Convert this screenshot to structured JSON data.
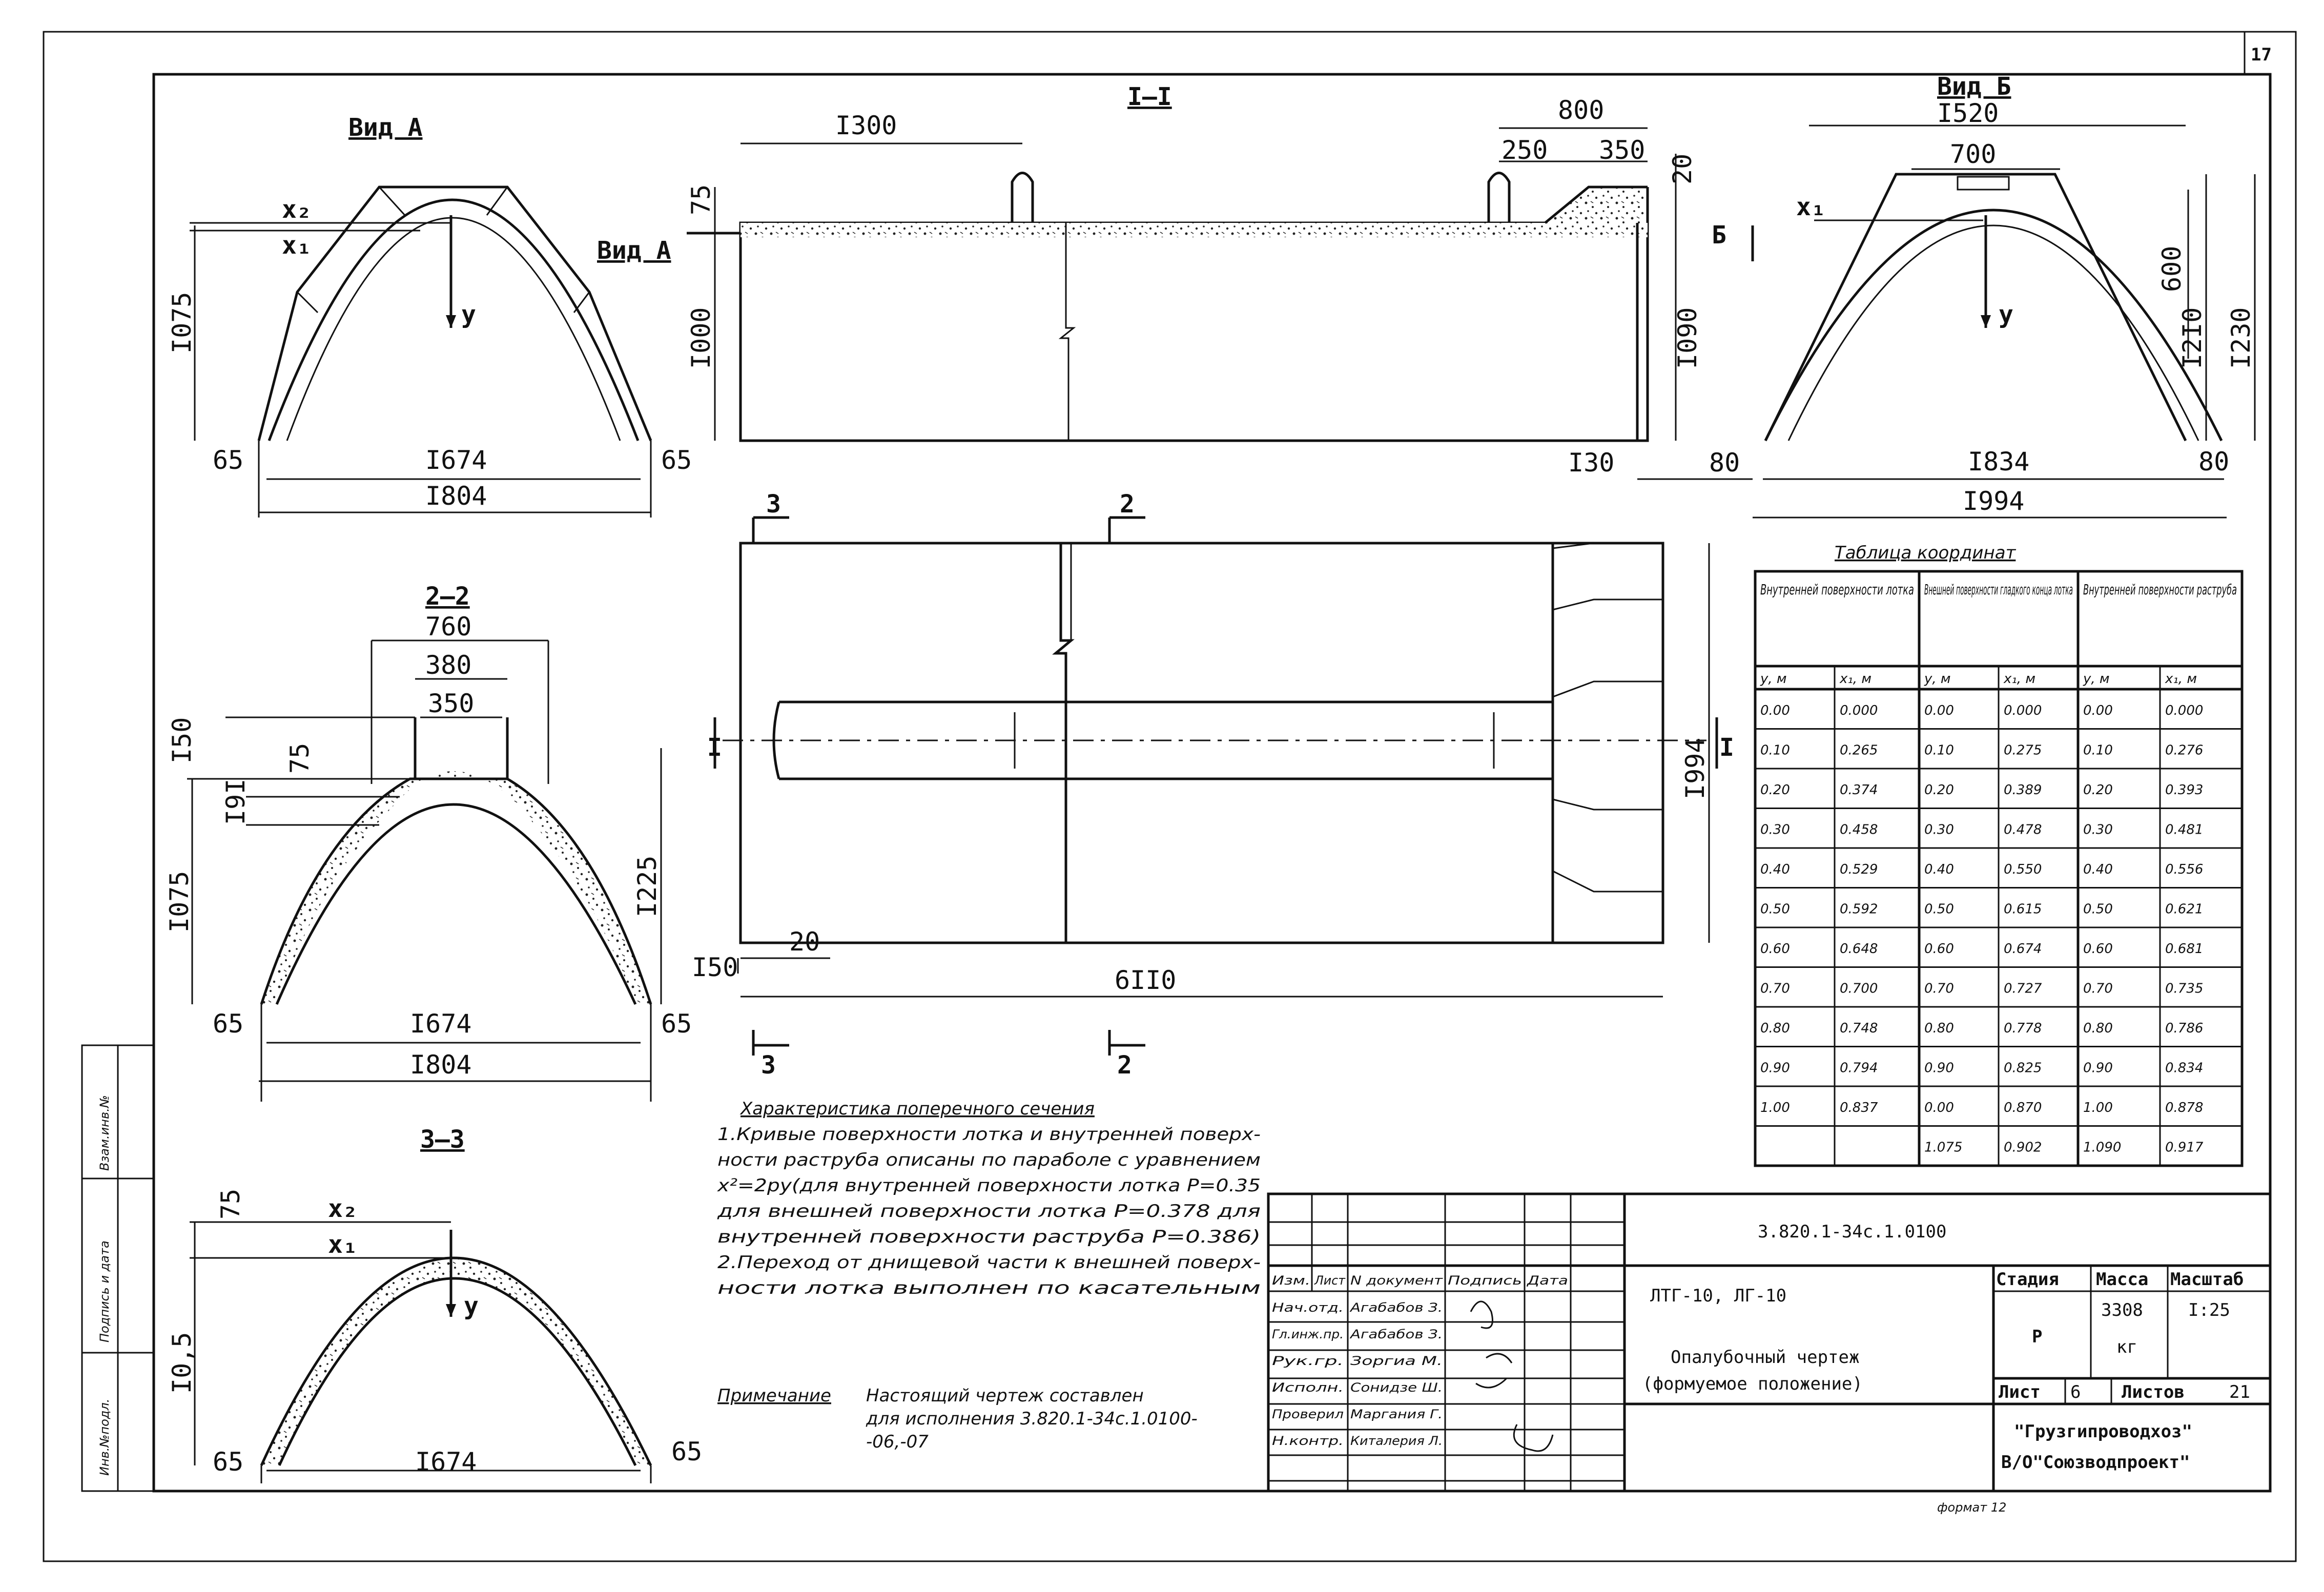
{
  "sheet": {
    "number": "17",
    "format": "формат 12",
    "side_stamp": [
      "Инв.№подл.",
      "Подпись и дата",
      "Взам.инв.№"
    ]
  },
  "views": {
    "vid_a": {
      "title": "Вид А",
      "dims": {
        "w_inner": "I674",
        "w_outer": "I804",
        "h": "I075",
        "left": "65",
        "right": "65"
      },
      "axes": {
        "x2": "x₂",
        "x1": "x₁",
        "y": "y"
      }
    },
    "section_1": {
      "title": "I–I",
      "dims": {
        "d1300": "I300",
        "d800": "800",
        "d250": "250",
        "d350": "350",
        "d75": "75",
        "d20": "20",
        "h1000": "I000",
        "h1090": "I090",
        "d130": "I30",
        "d80": "80"
      },
      "vid_a_mark": "Вид А",
      "mark_b": "Б"
    },
    "vid_b": {
      "title": "Вид Б",
      "dims": {
        "top": "I520",
        "d700": "700",
        "d600": "600",
        "h1210": "I2I0",
        "h1230": "I230",
        "w_inner": "I834",
        "w_outer": "I994",
        "right": "80"
      },
      "axes": {
        "x": "x₁",
        "y": "y"
      }
    },
    "section_2": {
      "title": "2–2",
      "dims": {
        "d760": "760",
        "d380": "380",
        "d350": "350",
        "d150": "I50",
        "d75": "75",
        "d191": "I9I",
        "h1075": "I075",
        "h1225": "I225",
        "w_inner": "I674",
        "w_outer": "I804",
        "left": "65",
        "right": "65"
      }
    },
    "plan": {
      "marks": {
        "s3": "3",
        "s2": "2",
        "s1": "I"
      },
      "dims": {
        "len": "6II0",
        "d20": "20",
        "d150": "I50",
        "w1994": "I994"
      }
    },
    "section_3": {
      "title": "3–3",
      "dims": {
        "d75": "75",
        "h": "I0,5",
        "w_inner": "I674",
        "left": "65",
        "right": "65"
      },
      "axes": {
        "x2": "x₂",
        "x1": "x₁",
        "y": "y"
      }
    }
  },
  "coord_table": {
    "title": "Таблица координат",
    "group_headers": [
      "Внутренней поверхности лотка",
      "Внешней поверхности гладкого конца лотка",
      "Внутренней поверхности раструба"
    ],
    "col_headers": [
      "у, м",
      "x₁, м",
      "у, м",
      "x₁, м",
      "у, м",
      "x₁, м"
    ],
    "rows": [
      [
        "0.00",
        "0.000",
        "0.00",
        "0.000",
        "0.00",
        "0.000"
      ],
      [
        "0.10",
        "0.265",
        "0.10",
        "0.275",
        "0.10",
        "0.276"
      ],
      [
        "0.20",
        "0.374",
        "0.20",
        "0.389",
        "0.20",
        "0.393"
      ],
      [
        "0.30",
        "0.458",
        "0.30",
        "0.478",
        "0.30",
        "0.481"
      ],
      [
        "0.40",
        "0.529",
        "0.40",
        "0.550",
        "0.40",
        "0.556"
      ],
      [
        "0.50",
        "0.592",
        "0.50",
        "0.615",
        "0.50",
        "0.621"
      ],
      [
        "0.60",
        "0.648",
        "0.60",
        "0.674",
        "0.60",
        "0.681"
      ],
      [
        "0.70",
        "0.700",
        "0.70",
        "0.727",
        "0.70",
        "0.735"
      ],
      [
        "0.80",
        "0.748",
        "0.80",
        "0.778",
        "0.80",
        "0.786"
      ],
      [
        "0.90",
        "0.794",
        "0.90",
        "0.825",
        "0.90",
        "0.834"
      ],
      [
        "1.00",
        "0.837",
        "0.00",
        "0.870",
        "1.00",
        "0.878"
      ],
      [
        "",
        "",
        "1.075",
        "0.902",
        "1.090",
        "0.917"
      ]
    ]
  },
  "notes": {
    "title": "Характеристика поперечного сечения",
    "lines": [
      "1.Кривые поверхности лотка и внутренней поверх-",
      "ности раструба описаны по параболе с уравнением",
      "x²=2py(для внутренней поверхности лотка P=0.35",
      "для внешней поверхности лотка P=0.378 для",
      "внутренней поверхности раструба P=0.386)",
      "2.Переход от днищевой части к внешней поверх-",
      "ности лотка выполнен по касательным"
    ],
    "remark_label": "Примечание",
    "remark_lines": [
      "Настоящий чертеж составлен",
      "для исполнения 3.820.1-34с.1.0100-",
      "-06,-07"
    ]
  },
  "title_block": {
    "code": "3.820.1-34с.1.0100",
    "product": "ЛТГ-10, ЛГ-10",
    "drawing_name_1": "Опалубочный чертеж",
    "drawing_name_2": "(формуемое положение)",
    "head": {
      "izm": "Изм.",
      "list": "Лист",
      "doc": "N документ",
      "sign": "Подпись",
      "date": "Дата"
    },
    "staff": [
      {
        "role": "Нач.отд.",
        "name": "Агабабов З."
      },
      {
        "role": "Гл.инж.пр.",
        "name": "Агабабов З."
      },
      {
        "role": "Рук.гр.",
        "name": "Зоргиа М."
      },
      {
        "role": "Исполн.",
        "name": "Сонидзе Ш."
      },
      {
        "role": "Проверил",
        "name": "Маргания Г."
      },
      {
        "role": "Н.контр.",
        "name": "Киталерия Л."
      }
    ],
    "stage_label": "Стадия",
    "stage": "Р",
    "mass_label": "Масса",
    "mass": "3308",
    "mass_unit": "кг",
    "scale_label": "Масштаб",
    "scale": "I:25",
    "sheet_label": "Лист",
    "sheet": "6",
    "sheets_label": "Листов",
    "sheets": "21",
    "org_1": "\"Грузгипроводхоз\"",
    "org_2": "В/О\"Союзводпроект\""
  }
}
